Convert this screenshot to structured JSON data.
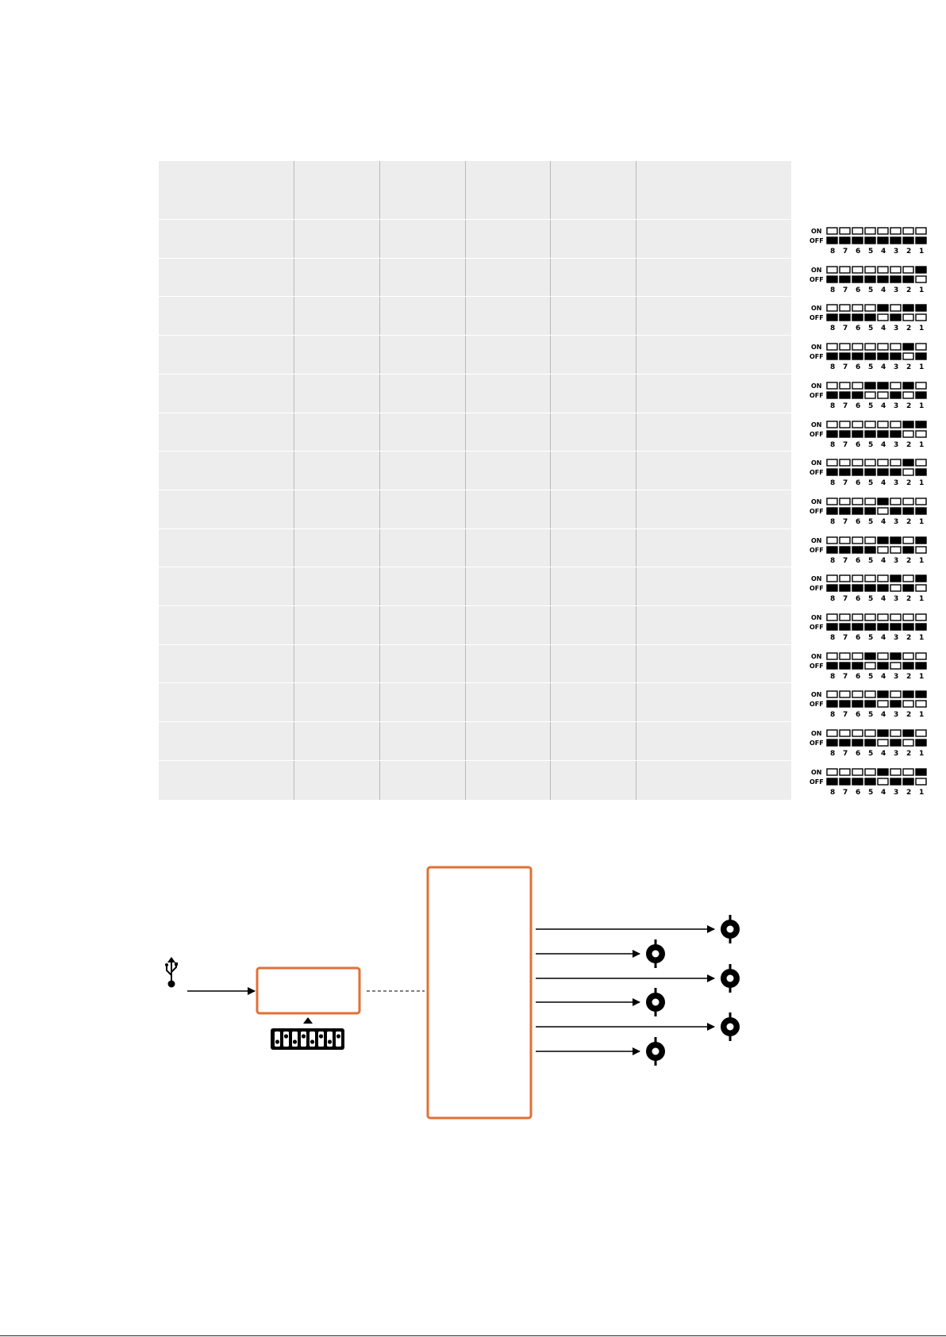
{
  "dip_table": {
    "rows": [
      {
        "on": [
          0,
          0,
          0,
          0,
          0,
          0,
          0,
          0
        ]
      },
      {
        "on": [
          1,
          0,
          0,
          0,
          0,
          0,
          0,
          0
        ]
      },
      {
        "on": [
          1,
          1,
          0,
          1,
          0,
          0,
          0,
          0
        ]
      },
      {
        "on": [
          0,
          1,
          0,
          0,
          0,
          0,
          0,
          0
        ]
      },
      {
        "on": [
          0,
          1,
          0,
          1,
          1,
          0,
          0,
          0
        ]
      },
      {
        "on": [
          1,
          1,
          0,
          0,
          0,
          0,
          0,
          0
        ]
      },
      {
        "on": [
          0,
          1,
          0,
          0,
          0,
          0,
          0,
          0
        ]
      },
      {
        "on": [
          0,
          0,
          0,
          1,
          0,
          0,
          0,
          0
        ]
      },
      {
        "on": [
          1,
          0,
          1,
          1,
          0,
          0,
          0,
          0
        ]
      },
      {
        "on": [
          1,
          0,
          1,
          0,
          0,
          0,
          0,
          0
        ]
      },
      {
        "on": [
          0,
          0,
          0,
          0,
          0,
          0,
          0,
          0
        ]
      },
      {
        "on": [
          0,
          0,
          1,
          0,
          1,
          0,
          0,
          0
        ]
      },
      {
        "on": [
          1,
          1,
          0,
          1,
          0,
          0,
          0,
          0
        ]
      },
      {
        "on": [
          0,
          1,
          0,
          1,
          0,
          0,
          0,
          0
        ]
      },
      {
        "on": [
          1,
          0,
          0,
          1,
          0,
          0,
          0,
          0
        ]
      }
    ],
    "label_on": "ON",
    "label_off": "OFF",
    "switch_numbers": [
      "8",
      "7",
      "6",
      "5",
      "4",
      "3",
      "2",
      "1"
    ]
  },
  "diagram": {
    "accent_color": "#e07034",
    "usb_icon": "usb-icon",
    "dip_switch_icon": "dip-switch-icon",
    "connector_icon": "bnc-connector-icon"
  }
}
